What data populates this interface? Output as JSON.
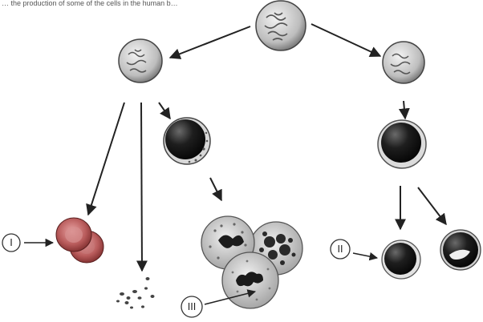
{
  "header": {
    "cropped_text": "… the production of some of the cells in the human b…"
  },
  "labels": {
    "one": "I",
    "two": "II",
    "three": "III"
  },
  "colors": {
    "stroke": "#333333",
    "cell_dark": "#1a1a1a",
    "rbc": "#9a3a3a",
    "granule": "#555555"
  },
  "cells": {
    "stem": "stem-cell-icon",
    "myeloid": "myeloid-progenitor-icon",
    "lymphoid": "lymphoid-progenitor-icon",
    "myeloblast": "myeloblast-icon",
    "lymph_precursor": "lymphocyte-precursor-icon",
    "rbc": "red-blood-cell-icon",
    "platelets": "platelet-icon",
    "granulocytes": "granulocyte-icon",
    "lymphocyte": "lymphocyte-icon",
    "monocyte": "monocyte-icon"
  }
}
